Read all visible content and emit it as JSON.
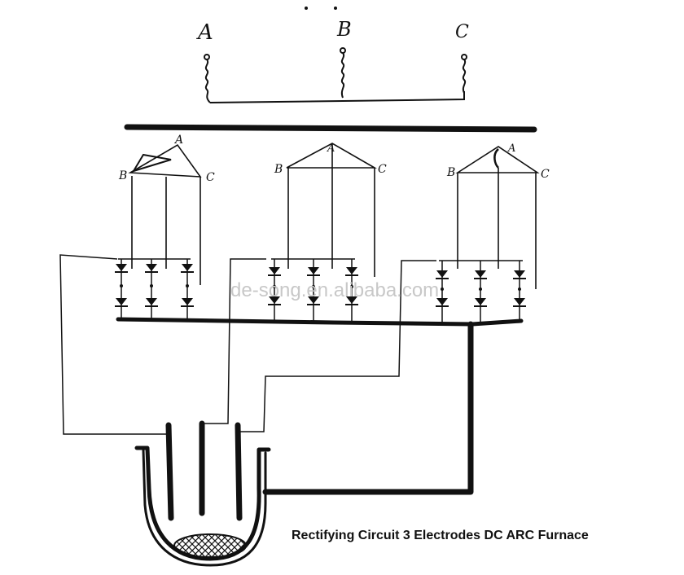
{
  "phase_labels": {
    "a": "A",
    "b": "B",
    "c": "C"
  },
  "transformers": [
    {
      "vertex_top": "A",
      "vertex_left": "B",
      "vertex_right": "C"
    },
    {
      "vertex_top": "A",
      "vertex_left": "B",
      "vertex_right": "C"
    },
    {
      "vertex_top": "A",
      "vertex_left": "B",
      "vertex_right": "C"
    }
  ],
  "watermark": "de-song.en.alibaba.com",
  "caption": "Rectifying Circuit 3 Electrodes DC ARC Furnace",
  "colors": {
    "ink": "#111111",
    "watermark": "#c8c8c8",
    "background": "#ffffff"
  }
}
